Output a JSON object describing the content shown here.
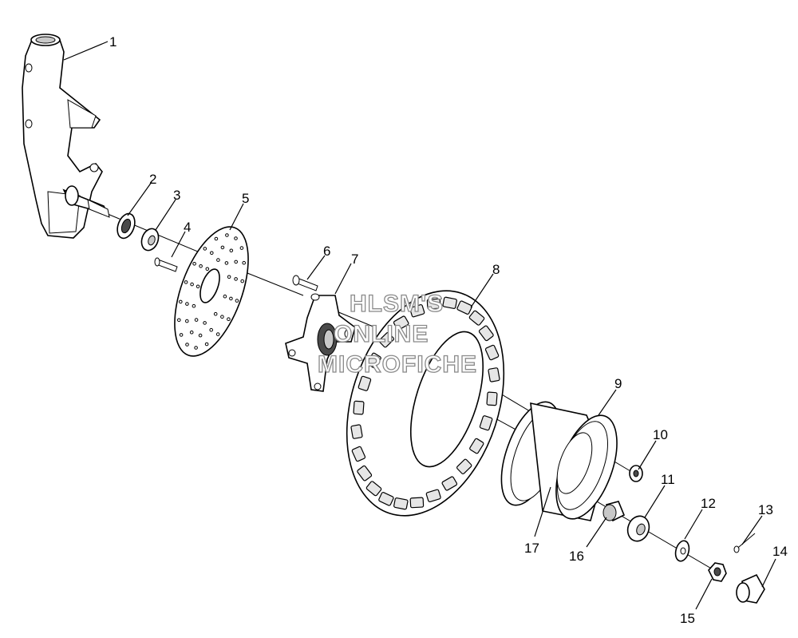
{
  "callouts": [
    "1",
    "2",
    "3",
    "4",
    "5",
    "6",
    "7",
    "8",
    "9",
    "10",
    "11",
    "12",
    "13",
    "14",
    "15",
    "16",
    "17"
  ],
  "watermark": [
    "HLSM'S",
    "ONLINE",
    "MICROFICHE"
  ]
}
